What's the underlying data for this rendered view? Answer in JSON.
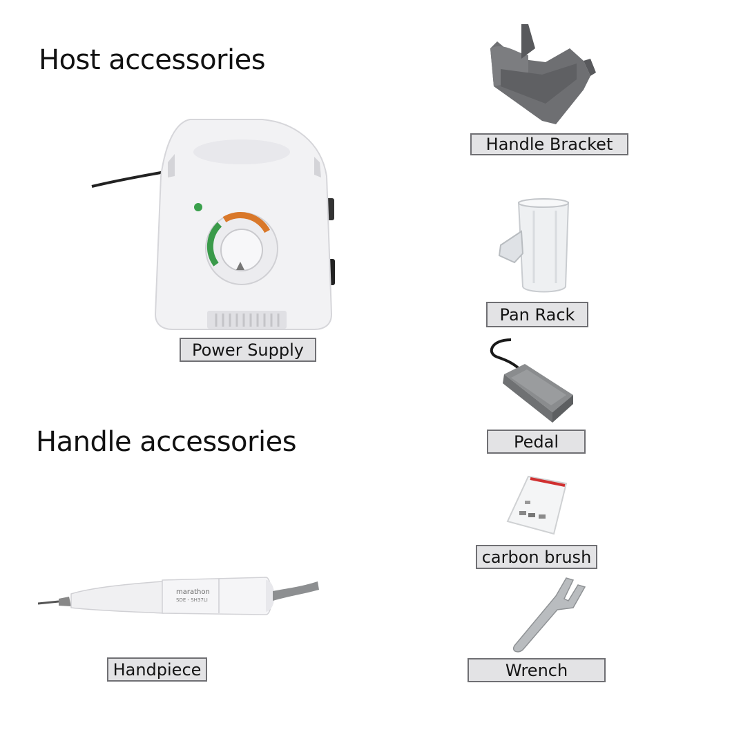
{
  "sections": {
    "host_title": "Host accessories",
    "handle_title": "Handle accessories"
  },
  "items": {
    "power_supply": "Power Supply",
    "handle_bracket": "Handle Bracket",
    "pan_rack": "Pan Rack",
    "pedal": "Pedal",
    "carbon_brush": "carbon brush",
    "wrench": "Wrench",
    "handpiece": "Handpiece"
  },
  "handpiece_marking": {
    "brand": "marathon",
    "model": "SDE - SH37LI"
  },
  "colors": {
    "label_bg": "#e3e3e5",
    "label_border": "#6f6f73",
    "device_white": "#f2f2f4",
    "bracket_gray": "#6e6f72",
    "pedal_gray": "#8a8c8e",
    "dial_green": "#3a9a4a",
    "dial_orange": "#d9782a"
  }
}
